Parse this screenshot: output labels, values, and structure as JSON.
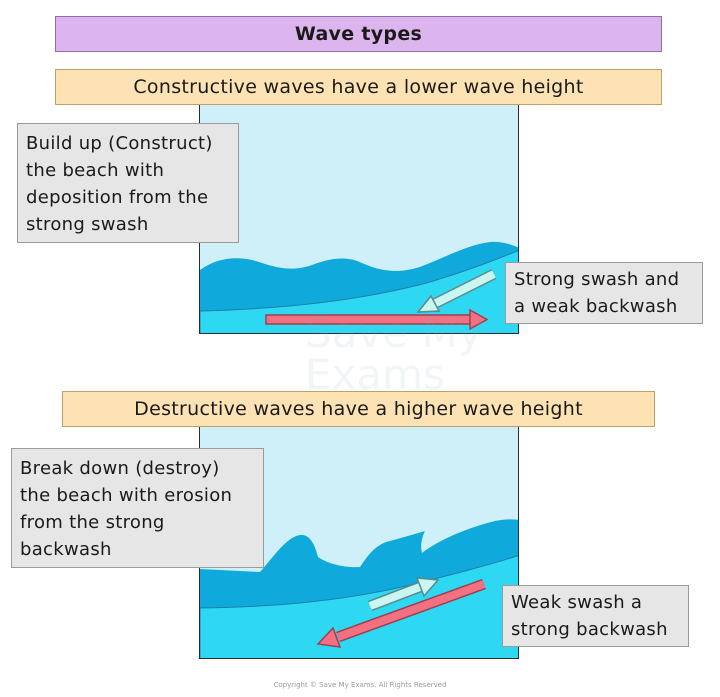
{
  "title": "Wave types",
  "constructive": {
    "heading": "Constructive waves have a lower wave height",
    "description": "Build up (Construct)\nthe beach with\ndeposition from the\nstrong swash",
    "swash_label": "Strong swash and\na weak backwash"
  },
  "destructive": {
    "heading": "Destructive waves have a higher wave height",
    "description": "Break down (destroy)\nthe beach with erosion\nfrom the strong\nbackwash",
    "swash_label": "Weak swash a\nstrong backwash"
  },
  "watermark": "Save My\nExams",
  "copyright": "Copyright © Save My Exams. All Rights Reserved",
  "colors": {
    "title_bg": "#dcb5ee",
    "heading_bg": "#fde3b3",
    "sky": "#cff0f8",
    "wave_dark": "#0fa9dc",
    "wave_mid": "#3fc7ee",
    "beach": "#2fd8f2",
    "swash_arrow": "#c9f6f0",
    "backwash_arrow": "#f36f82",
    "callout_bg": "#e6e6e6"
  }
}
